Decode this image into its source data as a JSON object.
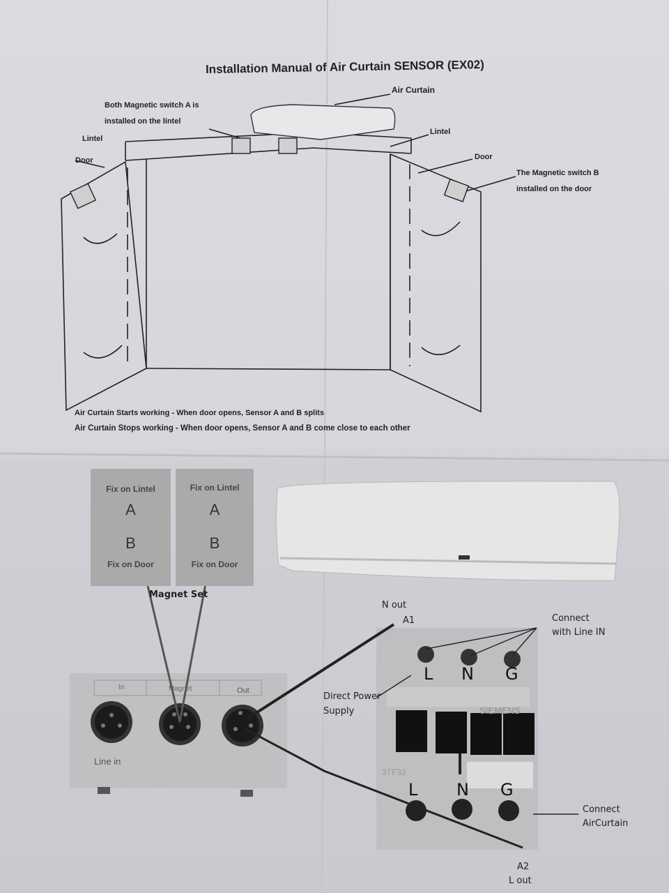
{
  "title": "Installation Manual of Air Curtain SENSOR (EX02)",
  "diagram": {
    "air_curtain": "Air Curtain",
    "switch_a_line1": "Both Magnetic switch A is",
    "switch_a_line2": "installed on the lintel",
    "lintel_left": "Lintel",
    "lintel_right": "Lintel",
    "door_left": "Door",
    "door_right": "Door",
    "switch_b_line1": "The Magnetic switch B",
    "switch_b_line2": "installed on the door",
    "caption_start": "Air Curtain Starts working - When door opens, Sensor A and B splits",
    "caption_stop": "Air Curtain Stops working - When door opens, Sensor A and B come close to each other"
  },
  "magnet_tiles": [
    {
      "top": "Fix on Lintel",
      "a": "A",
      "b": "B",
      "bottom": "Fix on Door"
    },
    {
      "top": "Fix on Lintel",
      "a": "A",
      "b": "B",
      "bottom": "Fix on Door"
    }
  ],
  "magnet_set": "Magnet Set",
  "sensor_box": {
    "port_in": "In",
    "port_magnet": "Magnet",
    "port_out": "Out",
    "line_in": "Line in"
  },
  "contactor": {
    "n_out": "N out",
    "a1": "A1",
    "connect_line_in_1": "Connect",
    "connect_line_in_2": "with Line IN",
    "direct_power_1": "Direct Power",
    "direct_power_2": "Supply",
    "top_terminals": [
      "L",
      "N",
      "G"
    ],
    "brand": "SIEMENS",
    "model": "3TF32",
    "bottom_terminals": [
      "L",
      "N",
      "G"
    ],
    "connect_ac_1": "Connect",
    "connect_ac_2": "AirCurtain",
    "a2": "A2",
    "l_out": "L out"
  }
}
